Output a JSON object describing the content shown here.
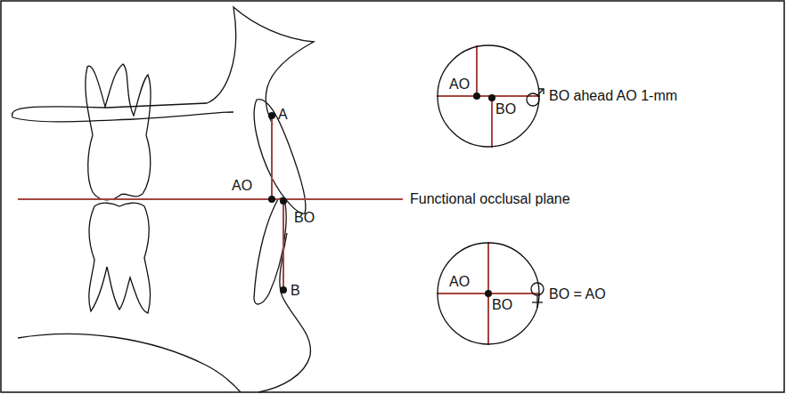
{
  "diagram": {
    "nodes": [
      {
        "text": [
          "AO",
          "BO"
        ]
      },
      {
        "text": [
          "AO",
          "BO"
        ]
      }
    ],
    "labels": [
      "A",
      "AO",
      "BO",
      "B",
      "Functional occlusal plane",
      "BO ahead AO 1-mm",
      "BO = AO"
    ]
  }
}
